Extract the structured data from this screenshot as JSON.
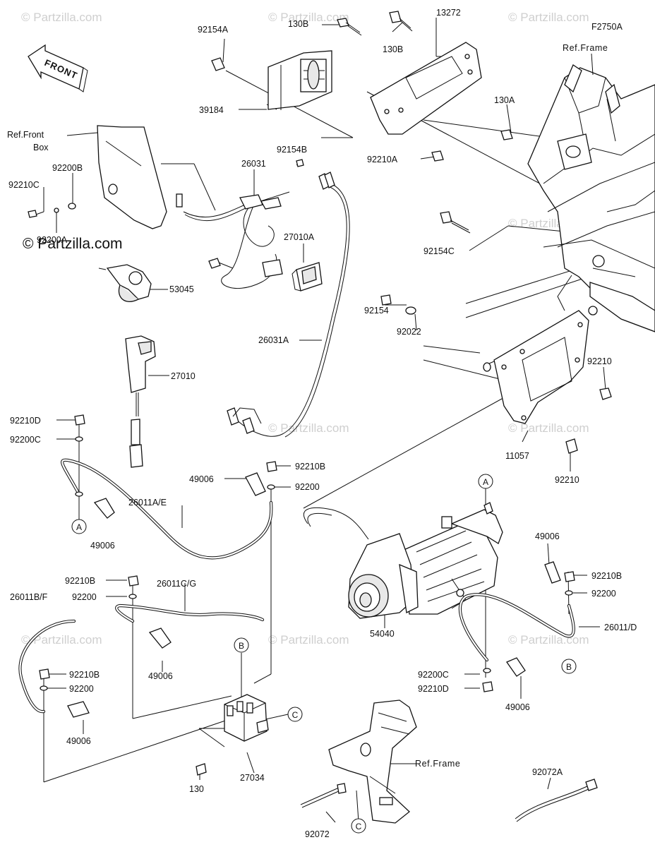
{
  "watermark": "© Partzilla.com",
  "front_label": "FRONT",
  "ref_labels": {
    "frame_code": "F2750A",
    "frame": "Ref.Frame",
    "front_box_1": "Ref.Front",
    "front_box_2": "Box",
    "frame_lower": "Ref.Frame"
  },
  "callouts": [
    "A",
    "B",
    "C"
  ],
  "parts": {
    "p92154A": "92154A",
    "p130B_1": "130B",
    "p130B_2": "130B",
    "p13272": "13272",
    "p39184": "39184",
    "p92210A": "92210A",
    "p130A": "130A",
    "p92154C": "92154C",
    "p92154B": "92154B",
    "p26031": "26031",
    "p92200B": "92200B",
    "p92210C": "92210C",
    "p92200A": "92200A",
    "p27010A": "27010A",
    "p53045": "53045",
    "p26031A": "26031A",
    "p27010": "27010",
    "p92154": "92154",
    "p92022": "92022",
    "p92210_1": "92210",
    "p11057": "11057",
    "p92210_2": "92210",
    "p92210D_1": "92210D",
    "p92200C_1": "92200C",
    "p49006_1": "49006",
    "p92210B_1": "92210B",
    "p92200_1": "92200",
    "p26011AE": "26011A/E",
    "p49006_2": "49006",
    "p92210B_2": "92210B",
    "p92200_2": "92200",
    "p26011CG": "26011C/G",
    "p26011BF": "26011B/F",
    "p49006_3": "49006",
    "p92210B_3": "92210B",
    "p92200_3": "92200",
    "p49006_4": "49006",
    "p54040": "54040",
    "p49006_5": "49006",
    "p92210B_4": "92210B",
    "p92200_4": "92200",
    "p26011D": "26011/D",
    "p92200C_2": "92200C",
    "p92210D_2": "92210D",
    "p49006_6": "49006",
    "p27034": "27034",
    "p130": "130",
    "p92072": "92072",
    "p92072A": "92072A"
  }
}
